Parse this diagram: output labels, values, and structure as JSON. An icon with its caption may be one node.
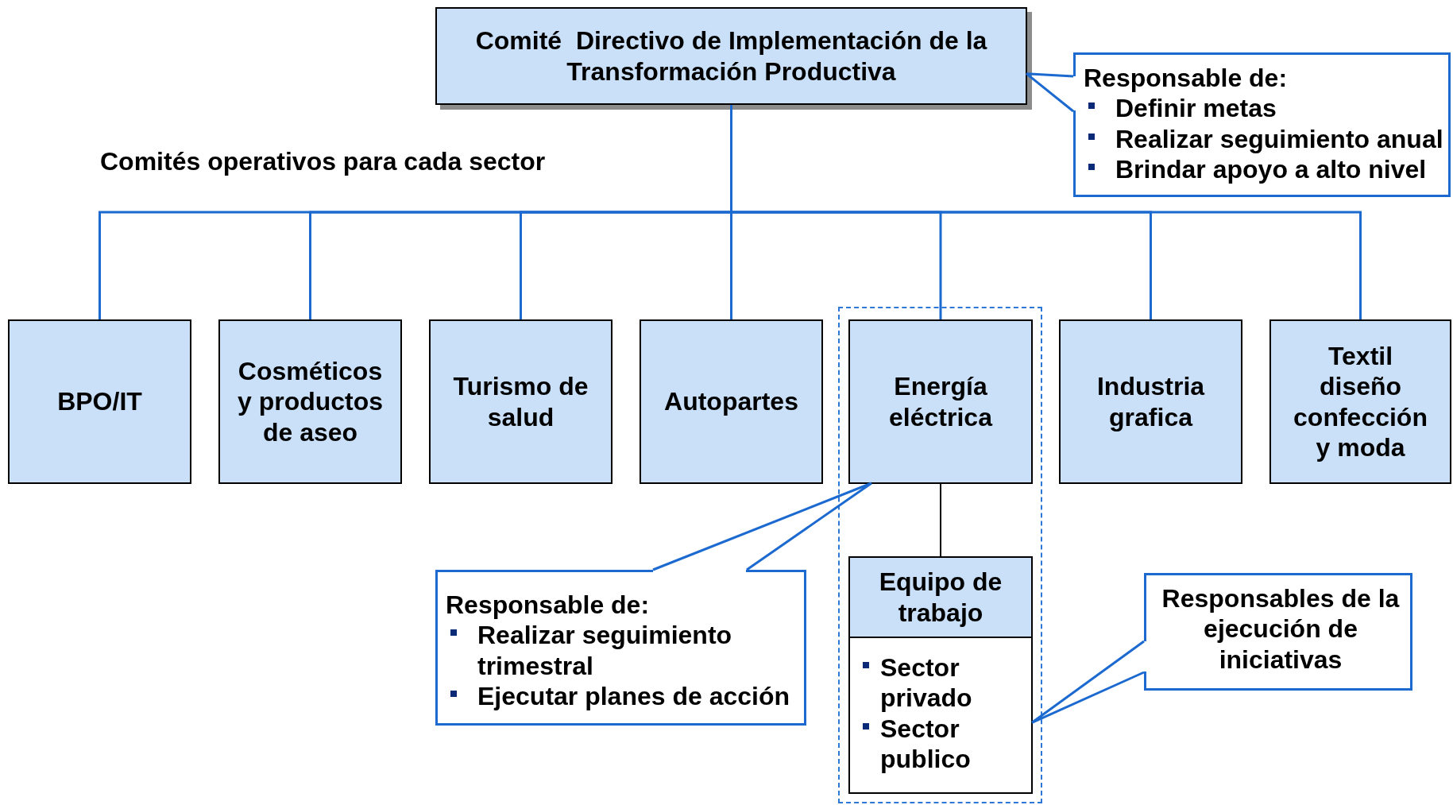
{
  "diagram": {
    "nodes": [
      {
        "text": [
          "Comité  Directivo de Implementación de la Transformación Productiva"
        ]
      },
      {
        "text": [
          "Responsable de:",
          "Definir metas",
          "Realizar seguimiento anual",
          "Brindar apoyo a alto nivel"
        ]
      },
      {
        "text": [
          "BPO/IT"
        ]
      },
      {
        "text": [
          "Cosméticos y productos de aseo"
        ]
      },
      {
        "text": [
          "Turismo de salud"
        ]
      },
      {
        "text": [
          "Autopartes"
        ]
      },
      {
        "text": [],
        "shape": "box"
      },
      {
        "text": [
          "Energía eléctrica"
        ],
        "in": 6
      },
      {
        "text": [
          "Industria grafica"
        ]
      },
      {
        "text": [
          "Textil diseño confección y moda"
        ]
      },
      {
        "text": [
          "Equipo de trabajo",
          "Sector privado",
          "Sector publico"
        ],
        "in": 6
      },
      {
        "text": [
          "Responsable de:",
          "Realizar seguimiento trimestral",
          "Ejecutar planes de acción"
        ]
      },
      {
        "text": [
          "Responsables de la ejecución de iniciativas"
        ]
      }
    ],
    "edges": [
      {
        "from": 0,
        "to": 2,
        "arrow": "none"
      },
      {
        "from": 0,
        "to": 3,
        "arrow": "none"
      },
      {
        "from": 0,
        "to": 4,
        "arrow": "none"
      },
      {
        "from": 0,
        "to": 5,
        "arrow": "none"
      },
      {
        "from": 0,
        "to": 7,
        "arrow": "none"
      },
      {
        "from": 0,
        "to": 8,
        "arrow": "none"
      },
      {
        "from": 0,
        "to": 9,
        "arrow": "none"
      },
      {
        "from": 7,
        "to": 10,
        "arrow": "none",
        "color": "#000000"
      },
      {
        "from": 1,
        "to": 0,
        "arrow": "none"
      },
      {
        "from": 11,
        "to": 7,
        "arrow": "none"
      },
      {
        "from": 12,
        "to": 10,
        "arrow": "none"
      }
    ],
    "labels": [
      "Comités operativos para cada sector"
    ]
  }
}
